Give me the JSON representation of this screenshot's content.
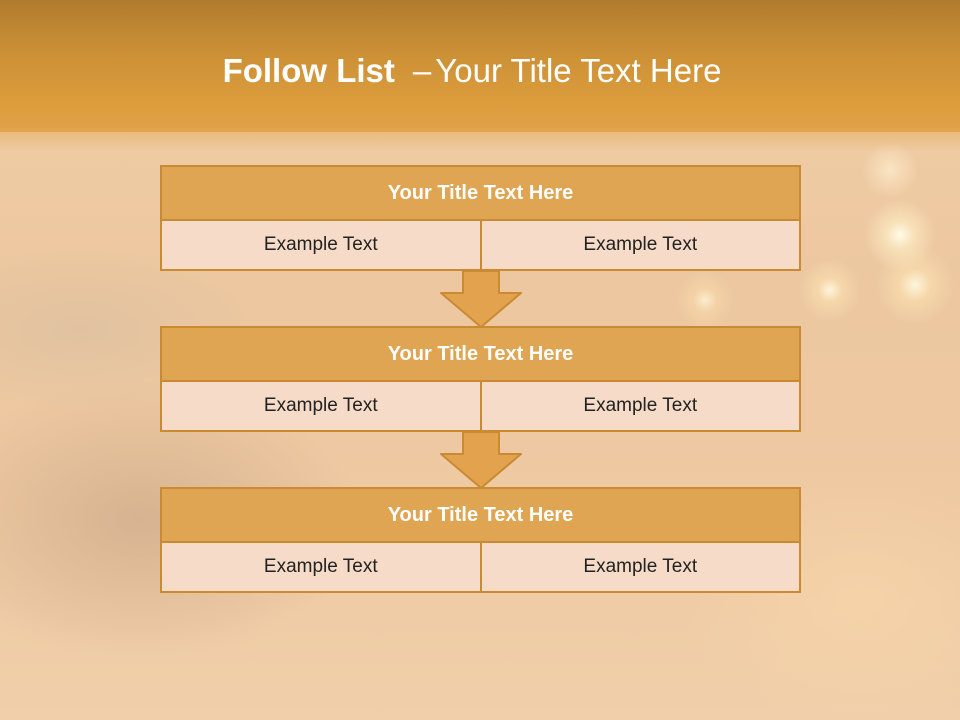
{
  "slide": {
    "title_bold": "Follow List",
    "title_dash": "–",
    "title_rest": "Your Title Text Here"
  },
  "blocks": [
    {
      "title": "Your Title Text Here",
      "left": "Example Text",
      "right": "Example Text"
    },
    {
      "title": "Your Title Text Here",
      "left": "Example Text",
      "right": "Example Text"
    },
    {
      "title": "Your Title Text Here",
      "left": "Example Text",
      "right": "Example Text"
    }
  ],
  "colors": {
    "header": "#dd9d3d",
    "block_title_fill": "#e0a552",
    "block_border": "#c98a32",
    "cell_fill": "#f6dcc8",
    "arrow_fill": "#e3a34e"
  }
}
